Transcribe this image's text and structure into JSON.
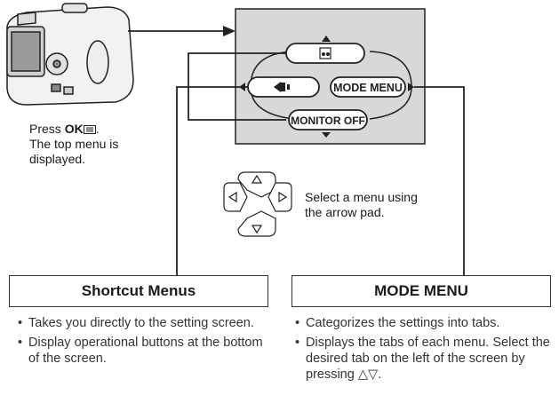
{
  "press_note": {
    "press_label": "Press",
    "ok_label": "OK",
    "suffix": ".",
    "line2": "The top menu is",
    "line3": "displayed."
  },
  "lcd_menu": {
    "mode_menu_label": "MODE MENU",
    "monitor_off_label": "MONITOR OFF"
  },
  "arrow_pad": {
    "caption_line1": "Select a menu using",
    "caption_line2": "the arrow pad."
  },
  "shortcut": {
    "heading": "Shortcut Menus",
    "bullets": [
      "Takes you directly to the setting screen.",
      "Display operational buttons at the bottom of the screen."
    ]
  },
  "mode_menu": {
    "heading": "MODE MENU",
    "bullets": [
      "Categorizes the settings into tabs.",
      "Displays the tabs of each menu. Select the desired tab on the left of the screen by pressing △▽."
    ]
  },
  "colors": {
    "lcd_background": "#d8d8d8",
    "line_color": "#222222"
  }
}
